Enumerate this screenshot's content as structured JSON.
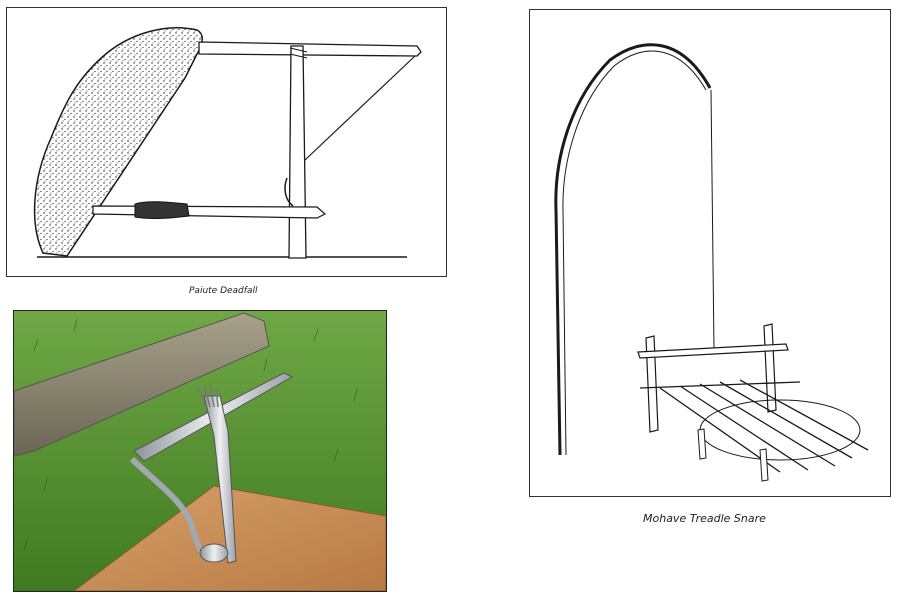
{
  "figures": [
    {
      "id": "deadfall",
      "caption": "Paiute Deadfall"
    },
    {
      "id": "photo",
      "caption": ""
    },
    {
      "id": "snare",
      "caption": "Mohave Treadle Snare"
    }
  ],
  "colors": {
    "ink": "#1a1a1a",
    "grass": "#4f8a2e",
    "board": "#c98a55",
    "rock": "#8a8470",
    "metal": "#c9ccd1"
  }
}
